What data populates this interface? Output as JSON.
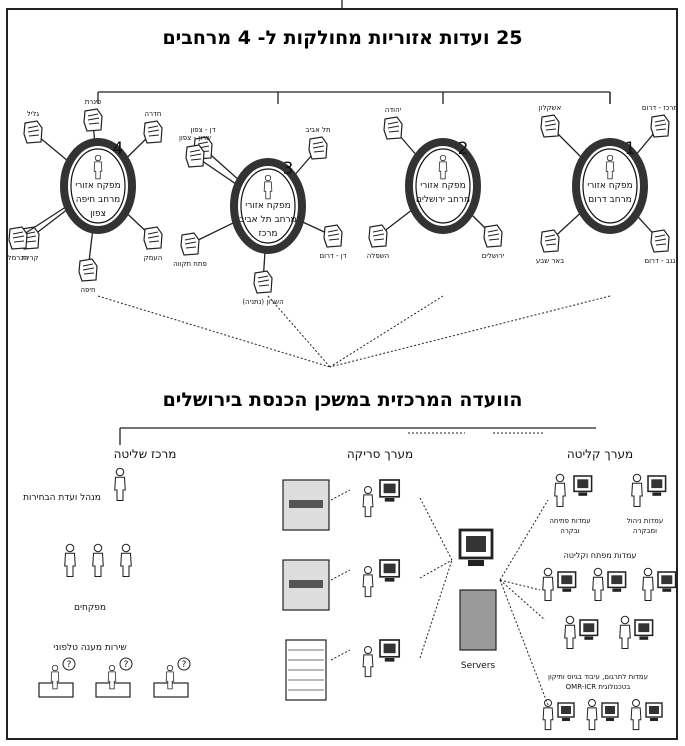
{
  "top_title": "25 ועדות אזוריות מחולקות ל- 4 מרחבים",
  "regions": [
    {
      "number": "1",
      "center_text": [
        "מפקח אזורי",
        "מרחב דרום"
      ],
      "satellites": [
        "אשקלון",
        "מרכז - דרום",
        "באר שבע",
        "נגב - דרום"
      ]
    },
    {
      "number": "2",
      "center_text": [
        "מפקח אזורי",
        "מרחב ירושלים"
      ],
      "satellites": [
        "יהודה",
        "השפלה",
        "ירושלים"
      ]
    },
    {
      "number": "3",
      "center_text": [
        "מפקח אזורי",
        "מרחב תל אביב",
        "מרכז"
      ],
      "satellites": [
        "דן - צפון",
        "תל אביב",
        "שרון - צפון",
        "פתח תקווה",
        "השרון (נתניה)",
        "דן - דרום"
      ]
    },
    {
      "number": "4",
      "center_text": [
        "מפקח אזורי",
        "מרחב חיפה",
        "צפון"
      ],
      "satellites": [
        "כינרת",
        "גליל",
        "חדרה",
        "קריות",
        "העמק",
        "חיפה",
        "הכרמל"
      ]
    }
  ],
  "central_title": "הוועדה המרכזית במשכן הכנסת בירושלים",
  "columns": {
    "reception": "מערך קליטה",
    "scanning": "מערך סריקה",
    "control": "מרכז שליטה"
  },
  "reception_items": {
    "manager": [
      "עמדות ניהול",
      "ומבקרה"
    ],
    "opening": [
      "עמדות פתיחה",
      "ובקרה"
    ],
    "scan_stations": "עמדות מפתח וקליטה",
    "review": [
      "עמדות לתרגום, עיבוד בגיוס ותיקון",
      "בטכנולוגית OMR-ICR"
    ]
  },
  "control_items": {
    "manager": "מנהל ועדת הבחירות",
    "supervisors": "מפקחים",
    "phone": "שירות מענה טלפוני"
  },
  "servers_label": "Servers"
}
